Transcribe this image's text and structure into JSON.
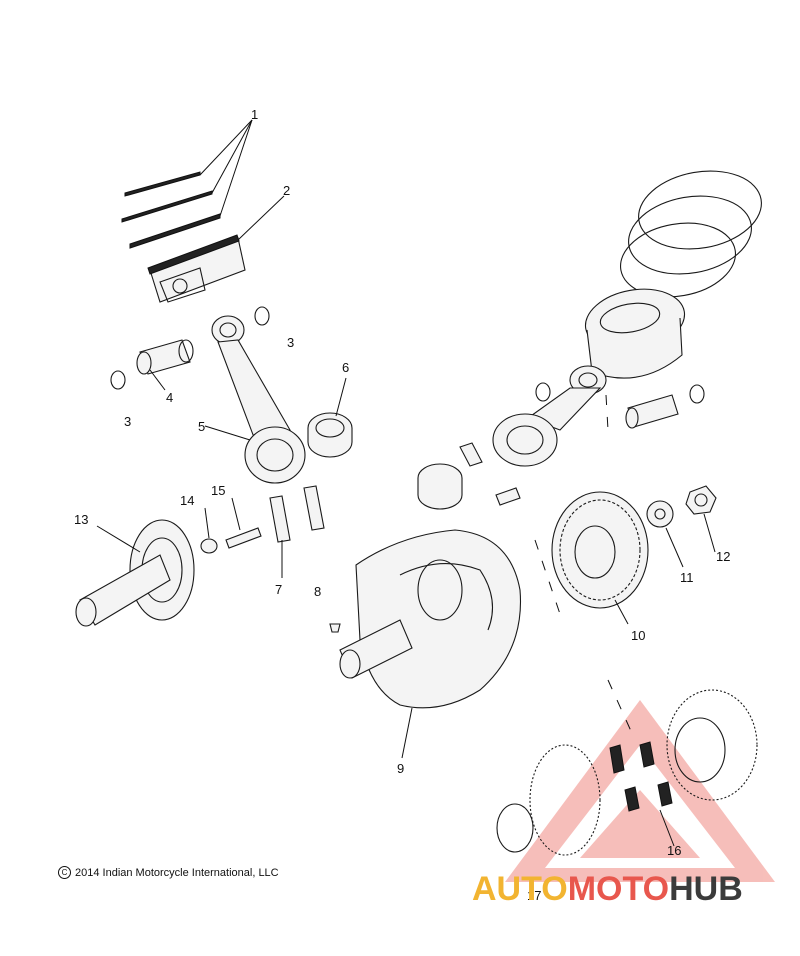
{
  "callouts": [
    {
      "id": "c1",
      "text": "1"
    },
    {
      "id": "c2",
      "text": "2"
    },
    {
      "id": "c3a",
      "text": "3"
    },
    {
      "id": "c3b",
      "text": "3"
    },
    {
      "id": "c4",
      "text": "4"
    },
    {
      "id": "c5",
      "text": "5"
    },
    {
      "id": "c6",
      "text": "6"
    },
    {
      "id": "c7",
      "text": "7"
    },
    {
      "id": "c8",
      "text": "8"
    },
    {
      "id": "c9",
      "text": "9"
    },
    {
      "id": "c10",
      "text": "10"
    },
    {
      "id": "c11",
      "text": "11"
    },
    {
      "id": "c12",
      "text": "12"
    },
    {
      "id": "c13",
      "text": "13"
    },
    {
      "id": "c14",
      "text": "14"
    },
    {
      "id": "c15",
      "text": "15"
    },
    {
      "id": "c16",
      "text": "16"
    },
    {
      "id": "c17",
      "text": "17"
    }
  ],
  "copyright": "2014 Indian Motorcycle International, LLC",
  "watermark": {
    "part1": "AUTO",
    "part2": "MOTO",
    "part3": "HUB",
    "colors": {
      "auto": "#f2b431",
      "moto": "#e8574d",
      "hub": "#3b3b3b"
    }
  }
}
